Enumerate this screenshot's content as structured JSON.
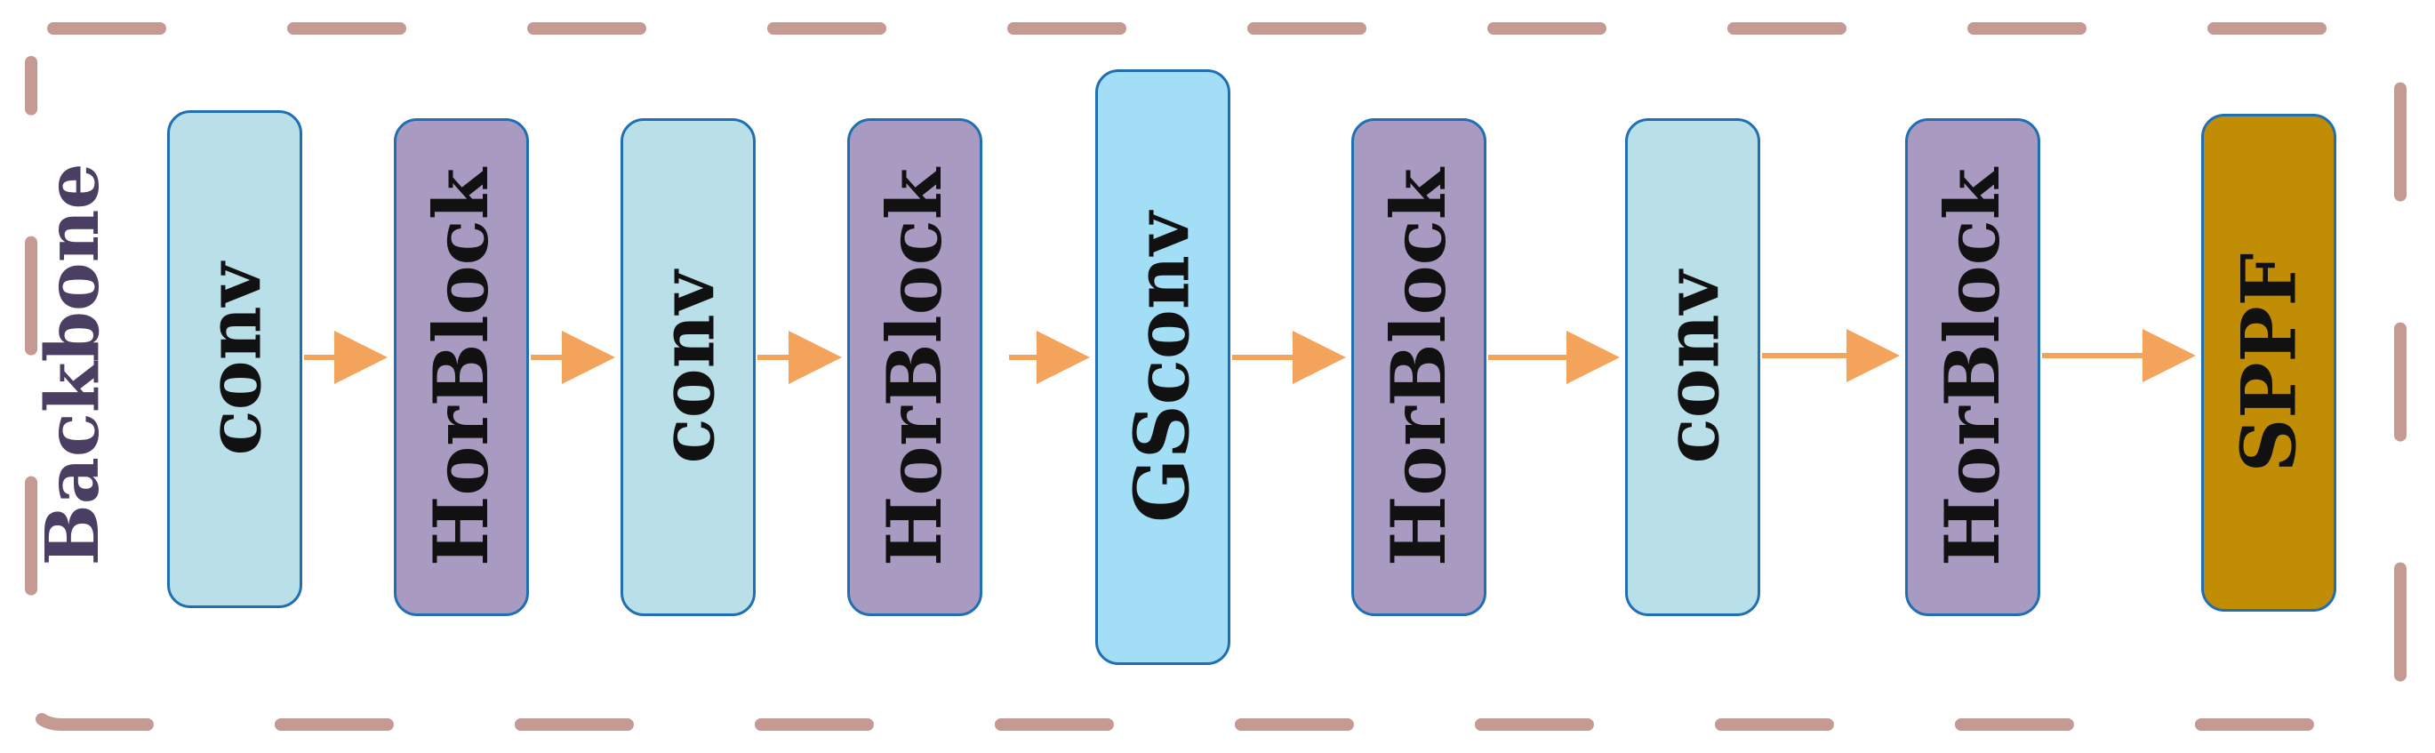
{
  "title": "Backbone",
  "blocks": [
    {
      "label": "conv",
      "type": "conv"
    },
    {
      "label": "HorBlock",
      "type": "hor"
    },
    {
      "label": "conv",
      "type": "conv"
    },
    {
      "label": "HorBlock",
      "type": "hor"
    },
    {
      "label": "GSconv",
      "type": "gs"
    },
    {
      "label": "HorBlock",
      "type": "hor"
    },
    {
      "label": "conv",
      "type": "conv"
    },
    {
      "label": "HorBlock",
      "type": "hor"
    },
    {
      "label": "SPPF",
      "type": "sppf"
    }
  ],
  "colors": {
    "frame": "#c49a92",
    "arrow": "#f3a35a",
    "conv": "#b9dfe9",
    "horblock": "#a99ac2",
    "gsconv": "#a3def7",
    "sppf": "#c08d05",
    "border": "#1f6fb2"
  }
}
